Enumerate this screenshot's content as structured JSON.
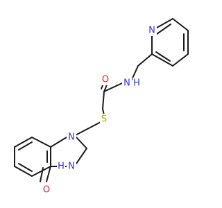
{
  "molecule": {
    "colors": {
      "bond": "#1a1a1a",
      "N": "#3535e0",
      "O": "#e02020",
      "S": "#b8a800"
    },
    "atoms": [
      {
        "id": "pyN",
        "element": "N",
        "label": "N"
      },
      {
        "id": "amN",
        "element": "N",
        "label": "N"
      },
      {
        "id": "amH",
        "element": "N",
        "label": "H"
      },
      {
        "id": "carbO",
        "element": "O",
        "label": "O"
      },
      {
        "id": "thioS",
        "element": "S",
        "label": "S"
      },
      {
        "id": "qN1",
        "element": "N",
        "label": "N"
      },
      {
        "id": "qN3",
        "element": "N",
        "label": "N"
      },
      {
        "id": "qN3H",
        "element": "N",
        "label": "H"
      },
      {
        "id": "ketO",
        "element": "O",
        "label": "O"
      }
    ]
  }
}
